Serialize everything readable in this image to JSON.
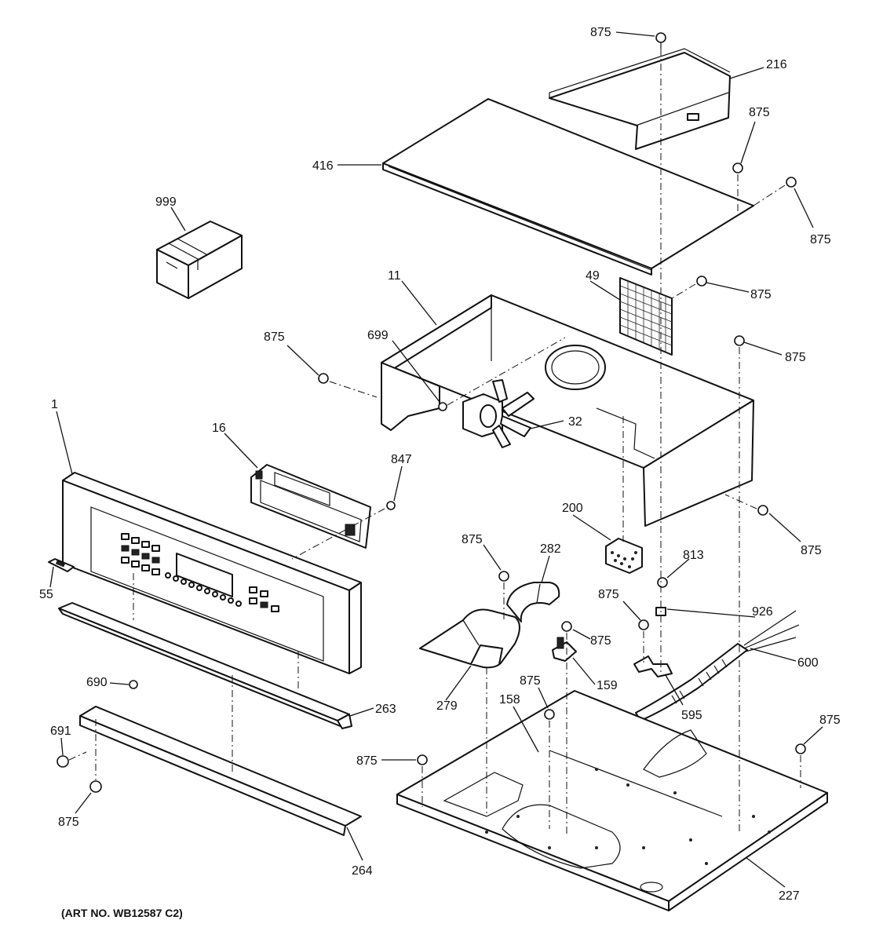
{
  "art_number": "(ART NO. WB12587 C2)",
  "callouts": [
    {
      "key": "c875_a",
      "text": "875"
    },
    {
      "key": "c216",
      "text": "216"
    },
    {
      "key": "c875_b",
      "text": "875"
    },
    {
      "key": "c416",
      "text": "416"
    },
    {
      "key": "c875_c",
      "text": "875"
    },
    {
      "key": "c999",
      "text": "999"
    },
    {
      "key": "c11",
      "text": "11"
    },
    {
      "key": "c49",
      "text": "49"
    },
    {
      "key": "c875_d",
      "text": "875"
    },
    {
      "key": "c875_e",
      "text": "875"
    },
    {
      "key": "c699",
      "text": "699"
    },
    {
      "key": "c875_f",
      "text": "875"
    },
    {
      "key": "c32",
      "text": "32"
    },
    {
      "key": "c1",
      "text": "1"
    },
    {
      "key": "c16",
      "text": "16"
    },
    {
      "key": "c847",
      "text": "847"
    },
    {
      "key": "c200",
      "text": "200"
    },
    {
      "key": "c875_g",
      "text": "875"
    },
    {
      "key": "c55",
      "text": "55"
    },
    {
      "key": "c875_h",
      "text": "875"
    },
    {
      "key": "c282",
      "text": "282"
    },
    {
      "key": "c813",
      "text": "813"
    },
    {
      "key": "c875_i",
      "text": "875"
    },
    {
      "key": "c926",
      "text": "926"
    },
    {
      "key": "c875_j",
      "text": "875"
    },
    {
      "key": "c600",
      "text": "600"
    },
    {
      "key": "c690",
      "text": "690"
    },
    {
      "key": "c159",
      "text": "159"
    },
    {
      "key": "c875_k",
      "text": "875"
    },
    {
      "key": "c279",
      "text": "279"
    },
    {
      "key": "c158",
      "text": "158"
    },
    {
      "key": "c595",
      "text": "595"
    },
    {
      "key": "c263",
      "text": "263"
    },
    {
      "key": "c691",
      "text": "691"
    },
    {
      "key": "c875_l",
      "text": "875"
    },
    {
      "key": "c875_m",
      "text": "875"
    },
    {
      "key": "c875_n",
      "text": "875"
    },
    {
      "key": "c264",
      "text": "264"
    },
    {
      "key": "c227",
      "text": "227"
    }
  ]
}
